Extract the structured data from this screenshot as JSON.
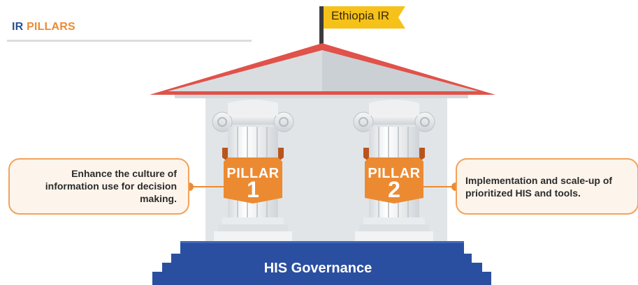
{
  "heading": {
    "ir": "IR",
    "pillars": "PILLARS"
  },
  "flag": {
    "label": "Ethiopia IR"
  },
  "pillars": [
    {
      "word": "PILLAR",
      "number": "1",
      "description": "Enhance the culture of information use for decision making."
    },
    {
      "word": "PILLAR",
      "number": "2",
      "description": "Implementation and scale-up of prioritized HIS and tools."
    }
  ],
  "base": {
    "label": "HIS Governance"
  },
  "colors": {
    "navy": "#2d4f8f",
    "orange": "#ec8a32",
    "roof_red": "#e0524a",
    "steps_blue": "#2b4fa0",
    "flag_yellow": "#f6c219",
    "callout_border": "#f3a25a"
  }
}
